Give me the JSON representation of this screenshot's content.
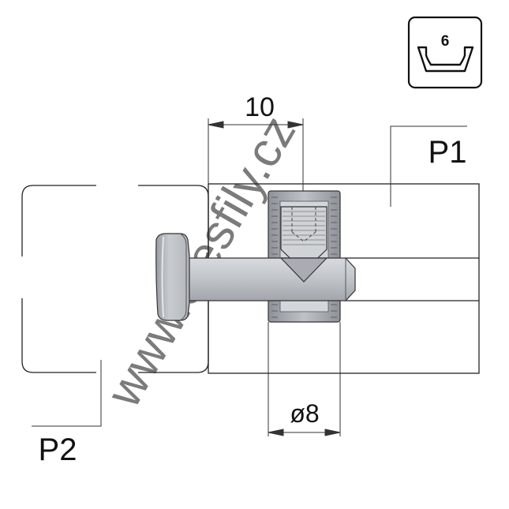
{
  "dimensions": {
    "offset_value": "10",
    "diameter_value": "ø8"
  },
  "labels": {
    "profile_1": "P1",
    "profile_2": "P2"
  },
  "groove_badge": {
    "icon": "t-slot-groove-icon",
    "groove_size": "6"
  },
  "watermark": "www.elesfily.cz",
  "colors": {
    "line": "#111111",
    "profile_outline": "#222222",
    "dim_line": "#333333",
    "part_fill": "#c9ccd0",
    "part_shade": "#a6aab0",
    "part_dark": "#6a6e74",
    "watermark": "#d9d9d9"
  }
}
